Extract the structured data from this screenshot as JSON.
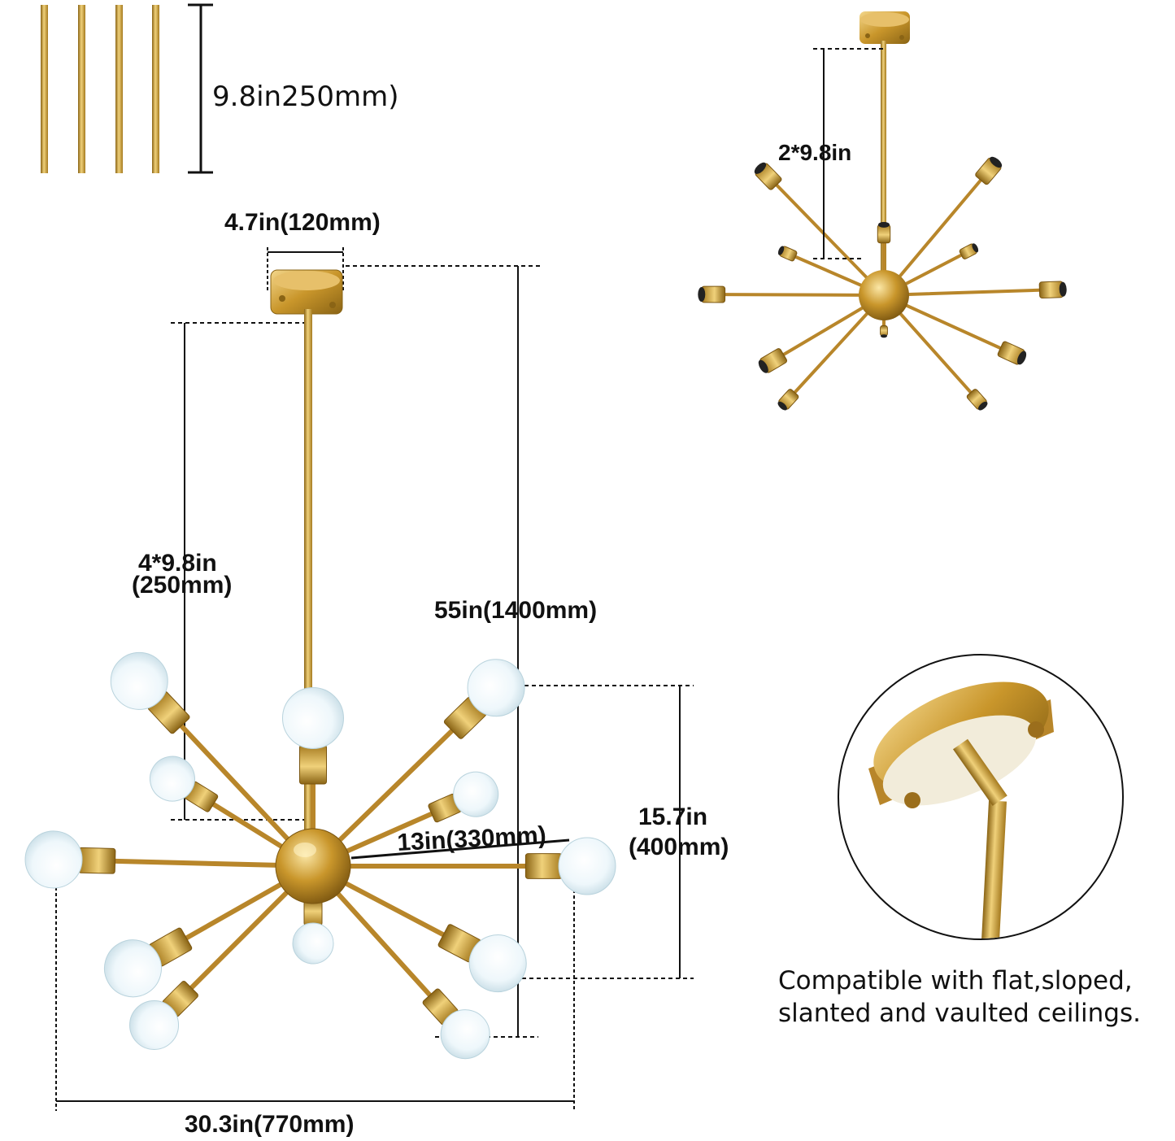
{
  "brass_color": "#c9962b",
  "brass_light": "#f0d17a",
  "brass_dark": "#8a6415",
  "bulb_color": "#eef7fb",
  "dimensions": {
    "rod_length": "9.8in250mm)",
    "canopy_width": "4.7in(120mm)",
    "rods_total_line1": "4*9.8in",
    "rods_total_line2": "(250mm)",
    "overall_height": "55in(1400mm)",
    "arm_length": "13in(330mm)",
    "fixture_height_line1": "15.7in",
    "fixture_height_line2": "(400mm)",
    "fixture_width": "30.3in(770mm)",
    "short_config_rods": "2*9.8in"
  },
  "caption": {
    "line1": "Compatible with flat,sloped,",
    "line2": "slanted and vaulted ceilings."
  },
  "icons": [
    "extension-rod-icon",
    "chandelier-icon",
    "canopy-detail-icon",
    "bulb-icon"
  ]
}
